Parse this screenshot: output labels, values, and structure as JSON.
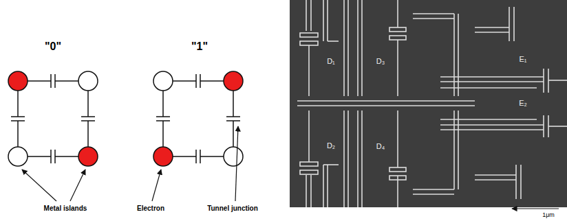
{
  "diagram": {
    "labels": [
      "\"0\"",
      "\"1\"",
      "Metal islands",
      "Electron",
      "Tunnel junction",
      "D₁",
      "D₂",
      "D₃",
      "D₄",
      "E₁",
      "E₂",
      "1μm"
    ]
  }
}
